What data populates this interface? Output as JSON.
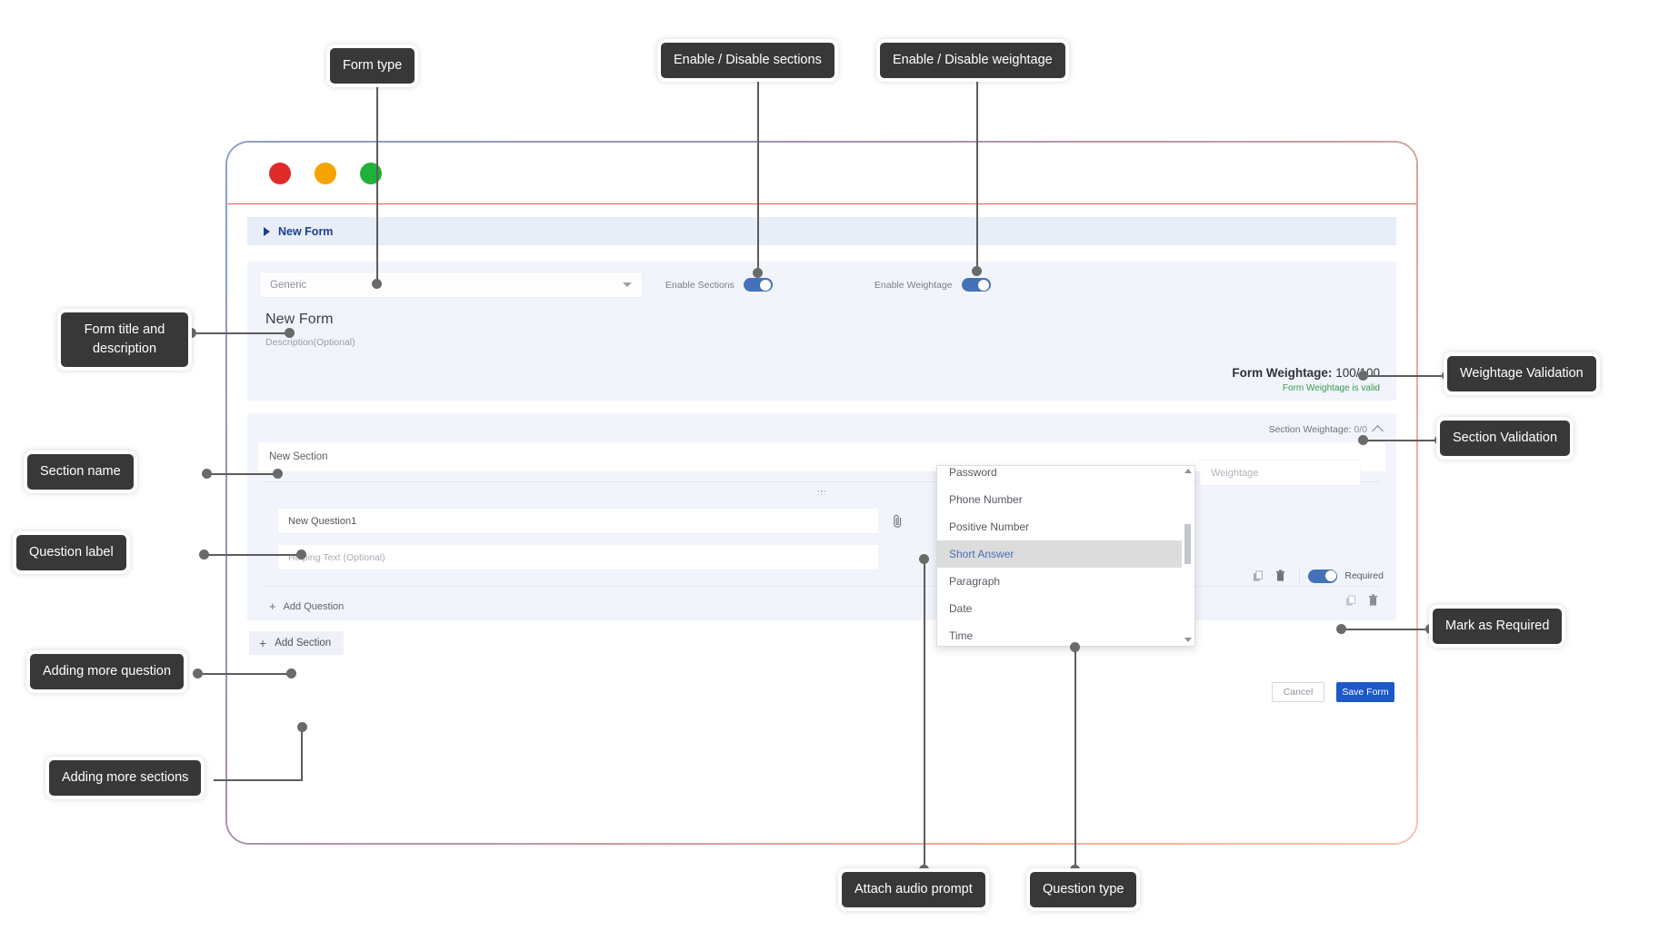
{
  "window": {
    "traffic_lights": [
      "close",
      "minimize",
      "maximize"
    ]
  },
  "breadcrumb": {
    "label": "New Form"
  },
  "form": {
    "type_value": "Generic",
    "title": "New Form",
    "description_placeholder": "Description(Optional)",
    "enable_sections_label": "Enable Sections",
    "enable_sections_on": true,
    "enable_weightage_label": "Enable Weightage",
    "enable_weightage_on": true,
    "weightage_label": "Form Weightage:",
    "weightage_value": "100/100",
    "weightage_valid_text": "Form Weightage is valid"
  },
  "section": {
    "weightage_label": "Section Weightage:",
    "weightage_value": "0/0",
    "name_value": "New Section",
    "weightage_placeholder": "Weightage",
    "add_question_label": "Add Question",
    "add_section_label": "Add Section",
    "plus_glyph": "+"
  },
  "question": {
    "label_value": "New Question1",
    "helping_text_placeholder": "Helping Text (Optional)",
    "required_label": "Required",
    "required_on": true
  },
  "question_type_dropdown": {
    "options": [
      "Password",
      "Phone Number",
      "Positive Number",
      "Short Answer",
      "Paragraph",
      "Date",
      "Time"
    ],
    "selected": "Short Answer"
  },
  "footer": {
    "cancel_label": "Cancel",
    "save_label": "Save Form"
  },
  "annotations": [
    {
      "id": "form-type",
      "text": "Form type"
    },
    {
      "id": "enable-sections",
      "text": "Enable / Disable sections"
    },
    {
      "id": "enable-weightage",
      "text": "Enable / Disable weightage"
    },
    {
      "id": "form-title-desc",
      "text": "Form title and\ndescription"
    },
    {
      "id": "weightage-validation",
      "text": "Weightage Validation"
    },
    {
      "id": "section-validation",
      "text": "Section Validation"
    },
    {
      "id": "section-name",
      "text": "Section name"
    },
    {
      "id": "question-label",
      "text": "Question label"
    },
    {
      "id": "mark-required",
      "text": "Mark as Required"
    },
    {
      "id": "adding-more-question",
      "text": "Adding more question"
    },
    {
      "id": "adding-more-sections",
      "text": "Adding more sections"
    },
    {
      "id": "attach-audio",
      "text": "Attach audio prompt"
    },
    {
      "id": "question-type",
      "text": "Question type"
    }
  ],
  "colors": {
    "accent_blue": "#1d58c9",
    "toggle_blue": "#4571b8",
    "valid_green": "#3a9a4e",
    "panel_bg": "#f1f4fa",
    "breadcrumb_bg": "#e8eef8",
    "annotation_bg": "#383838"
  }
}
